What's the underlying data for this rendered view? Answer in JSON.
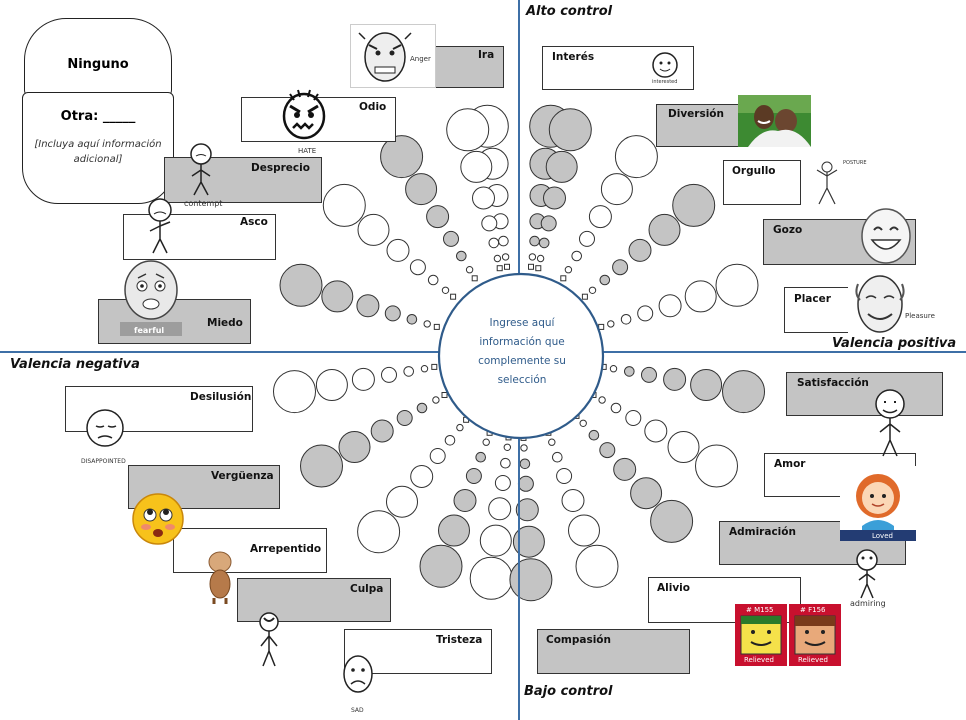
{
  "axes": {
    "top": "Alto control",
    "bottom": "Bajo control",
    "left": "Valencia negativa",
    "right": "Valencia positiva"
  },
  "center": {
    "text": "Ingrese aquí información que complemente su selección"
  },
  "ninguno": {
    "label": "Ninguno"
  },
  "otra": {
    "title": "Otra: _____",
    "note": "[Incluya aquí información adicional]"
  },
  "emotions": {
    "ira": "Ira",
    "odio": "Odio",
    "desprecio": "Desprecio",
    "asco": "Asco",
    "miedo": "Miedo",
    "interes": "Interés",
    "diversion": "Diversión",
    "orgullo": "Orgullo",
    "gozo": "Gozo",
    "placer": "Placer",
    "desilusion": "Desilusión",
    "verguenza": "Vergüenza",
    "arrepentido": "Arrepentido",
    "culpa": "Culpa",
    "tristeza": "Tristeza",
    "satisfaccion": "Satisfacción",
    "amor": "Amor",
    "admiracion": "Admiración",
    "alivio": "Alivio",
    "compasion": "Compasión"
  },
  "captions": {
    "anger": "Anger",
    "hate": "HATE",
    "contempt": "contempt",
    "fearful": "fearful",
    "interested": "interested",
    "posture": "POSTURE",
    "pleasure": "Pleasure",
    "disappointed": "DISAPPOINTED",
    "sad": "SAD",
    "loved": "Loved",
    "admiring": "admiring",
    "relieved_m": "Relieved",
    "relieved_f": "Relieved",
    "code_m": "# M155",
    "code_f": "# F156"
  },
  "colors": {
    "axis": "#3d6fa6",
    "center_ring": "#2f5b8a",
    "filled_bubble": "#c4c4c4",
    "label_box_gray": "#c4c4c4",
    "relieved_badge": "#c8102e"
  }
}
